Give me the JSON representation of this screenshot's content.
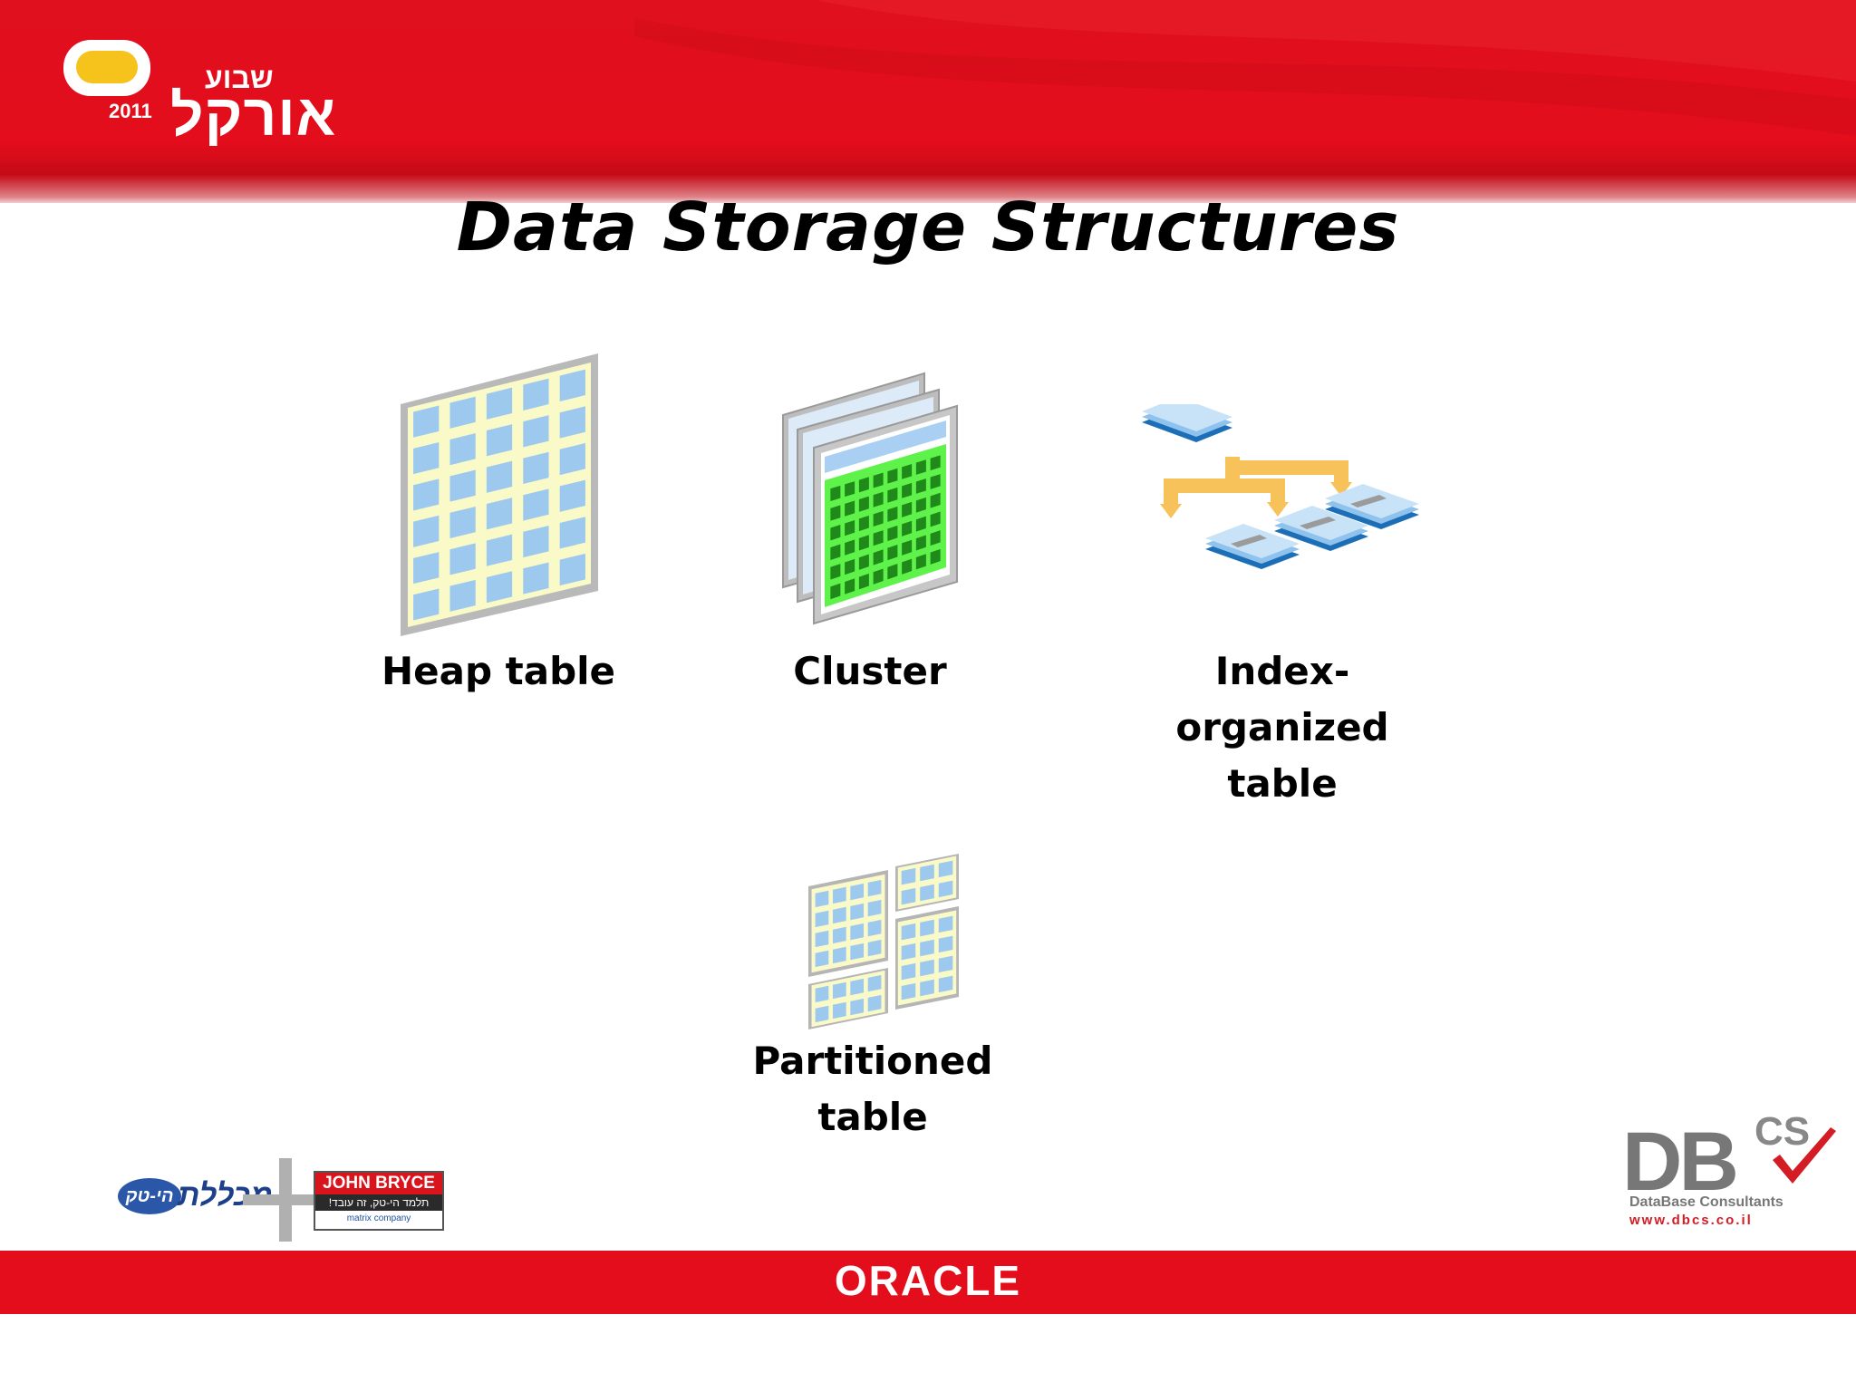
{
  "header": {
    "logo_year": "2011",
    "logo_hebrew_small": "שבוע",
    "logo_hebrew_big": "אורקל"
  },
  "title": "Data Storage Structures",
  "items": [
    {
      "label_line1": "Heap table",
      "label_line2": "",
      "icon": "heap-table-icon"
    },
    {
      "label_line1": "Cluster",
      "label_line2": "",
      "icon": "cluster-icon"
    },
    {
      "label_line1": "Index-organized",
      "label_line2": "table",
      "icon": "index-organized-table-icon"
    },
    {
      "label_line1": "Partitioned",
      "label_line2": "table",
      "icon": "partitioned-table-icon"
    }
  ],
  "footer": {
    "oracle": "ORACLE",
    "hitech_badge": "הי-טק",
    "hitech_text": "מכללת",
    "john_bryce_title": "JOHN BRYCE",
    "john_bryce_slogan": "תלמד הי-טק, זה עובד!",
    "john_bryce_sub": "matrix company",
    "dbcs_main": "DB",
    "dbcs_sup": "CS",
    "dbcs_sub": "DataBase Consultants",
    "dbcs_url": "www.dbcs.co.il"
  },
  "colors": {
    "brand_red": "#e30d1c",
    "logo_yellow": "#f6c21c",
    "heap_cell": "#9ec9ef",
    "heap_bg": "#fafac8",
    "cluster_green": "#5ef24a",
    "arrow_orange": "#f7c25a"
  }
}
